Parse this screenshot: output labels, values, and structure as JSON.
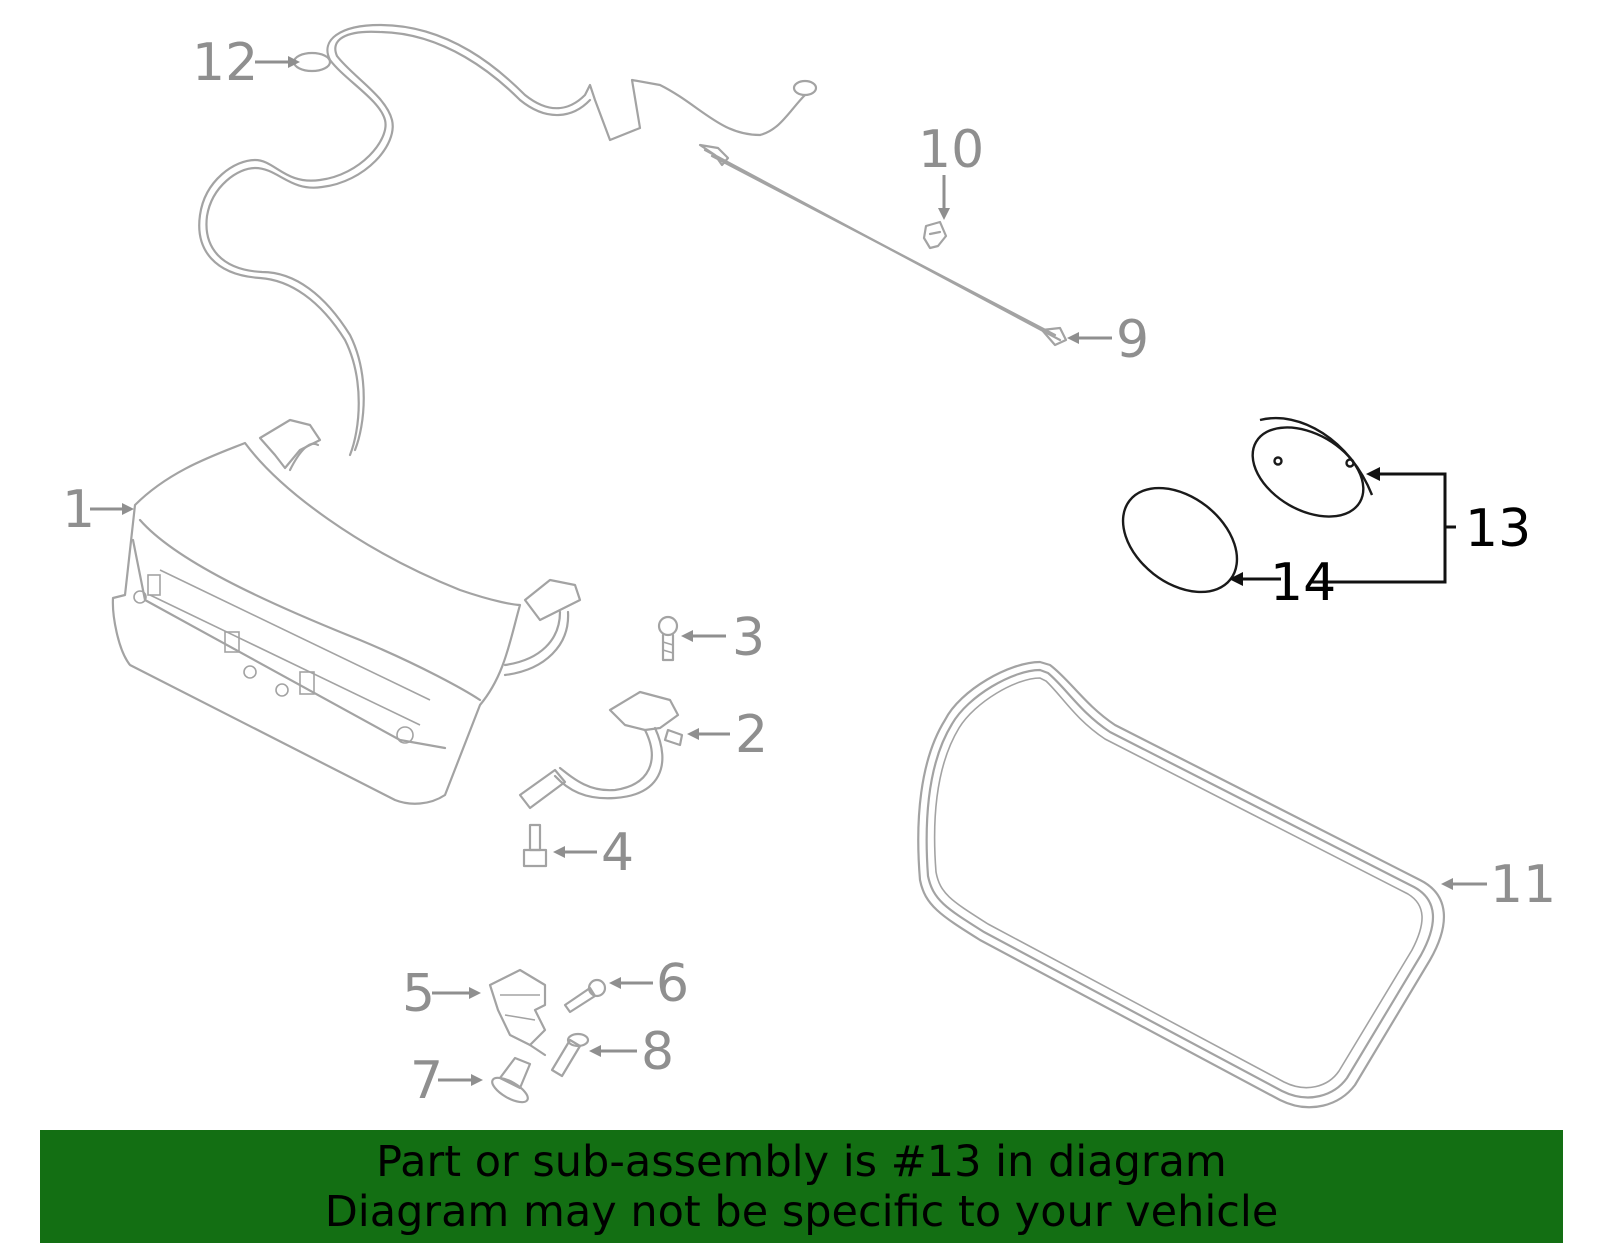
{
  "diagram": {
    "callouts": {
      "c1": "1",
      "c2": "2",
      "c3": "3",
      "c4": "4",
      "c5": "5",
      "c6": "6",
      "c7": "7",
      "c8": "8",
      "c9": "9",
      "c10": "10",
      "c11": "11",
      "c12": "12",
      "c13": "13",
      "c14": "14"
    },
    "highlighted_part": "13",
    "colors": {
      "part_line": "#a3a3a3",
      "callout_gray": "#8f8f8f",
      "highlight": "#000000",
      "banner_bg": "#136f13"
    }
  },
  "banner": {
    "line1": "Part or sub-assembly is #13 in diagram",
    "line2": "Diagram may not be specific to your vehicle"
  }
}
